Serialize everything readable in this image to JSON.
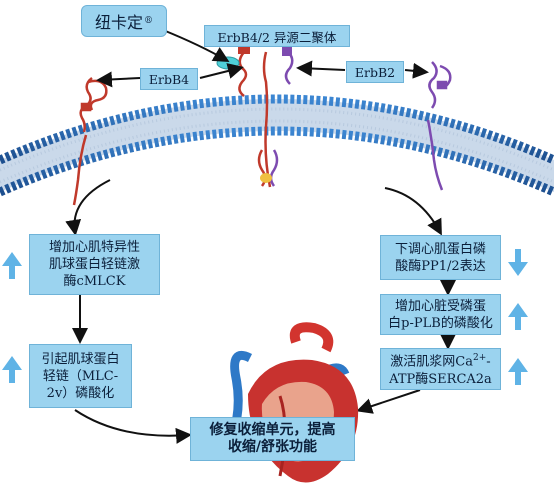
{
  "drug": {
    "name": "纽卡定",
    "mark": "®"
  },
  "labels": {
    "dimer": "ErbB4/2 异源二聚体",
    "erbb4": "ErbB4",
    "erbb2": "ErbB2"
  },
  "left_boxes": [
    {
      "text": "增加心肌特异性\n肌球蛋白轻链激\n酶cMLCK",
      "arrow": "up"
    },
    {
      "text": "引起肌球蛋白\n轻链（MLC-\n2v）磷酸化",
      "arrow": "up"
    }
  ],
  "right_boxes": [
    {
      "text": "下调心肌蛋白磷\n酸酶PP1/2表达",
      "arrow": "down"
    },
    {
      "text": "增加心脏受磷蛋\n白p-PLB的磷酸化",
      "arrow": "up"
    },
    {
      "text_pre": "激活肌浆网Ca",
      "text_sup": "2+",
      "text_post": "-\nATP酶SERCA2a",
      "arrow": "up"
    }
  ],
  "center_box": {
    "text": "修复收缩单元，提高\n收缩/舒张功能"
  },
  "colors": {
    "box_fill": "#9bd3ef",
    "arrow_fill": "#5fb3e6",
    "membrane": "#2f6fb8",
    "erbb4": "#c0392b",
    "erbb2": "#7d4bb0"
  }
}
